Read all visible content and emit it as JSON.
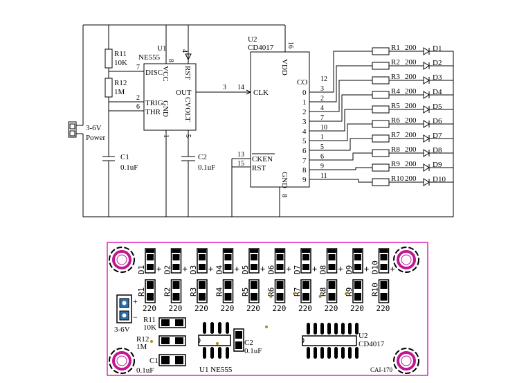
{
  "schematic": {
    "u1": {
      "ref": "U1",
      "part": "NE555",
      "pins": {
        "disc": "DISC",
        "trig": "TRIG",
        "thr": "THR",
        "vcc": "VCC",
        "rst": "RST",
        "gnd": "GND",
        "cvolt": "CVOLT",
        "out": "OUT"
      },
      "pin_numbers": {
        "p8": "8",
        "p4": "4",
        "p7": "7",
        "p2": "2",
        "p6": "6",
        "p1": "1",
        "p5": "5",
        "p3": "3"
      }
    },
    "u2": {
      "ref": "U2",
      "part": "CD4017",
      "pins": {
        "vdd": "VDD",
        "clk": "CLK",
        "cken": "CKEN",
        "rst": "RST",
        "gnd": "GND",
        "co": "CO"
      },
      "pin_numbers": {
        "p16": "16",
        "p14": "14",
        "p13": "13",
        "p15": "15",
        "p8": "8",
        "p12": "12"
      },
      "outputs": [
        {
          "q": "0",
          "pin": "3"
        },
        {
          "q": "1",
          "pin": "2"
        },
        {
          "q": "2",
          "pin": "4"
        },
        {
          "q": "3",
          "pin": "7"
        },
        {
          "q": "4",
          "pin": "10"
        },
        {
          "q": "5",
          "pin": "1"
        },
        {
          "q": "6",
          "pin": "5"
        },
        {
          "q": "7",
          "pin": "6"
        },
        {
          "q": "8",
          "pin": "9"
        },
        {
          "q": "9",
          "pin": "11"
        }
      ]
    },
    "r11": {
      "ref": "R11",
      "value": "10K"
    },
    "r12": {
      "ref": "R12",
      "value": "1M"
    },
    "c1": {
      "ref": "C1",
      "value": "0.1uF"
    },
    "c2": {
      "ref": "C2",
      "value": "0.1uF"
    },
    "power": {
      "voltage": "3-6V",
      "label": "Power"
    },
    "net_label_3": "3",
    "led_rows": [
      {
        "r": "R1",
        "rv": "200",
        "d": "D1"
      },
      {
        "r": "R2",
        "rv": "200",
        "d": "D2"
      },
      {
        "r": "R3",
        "rv": "200",
        "d": "D3"
      },
      {
        "r": "R4",
        "rv": "200",
        "d": "D4"
      },
      {
        "r": "R5",
        "rv": "200",
        "d": "D5"
      },
      {
        "r": "R6",
        "rv": "200",
        "d": "D6"
      },
      {
        "r": "R7",
        "rv": "200",
        "d": "D7"
      },
      {
        "r": "R8",
        "rv": "200",
        "d": "D8"
      },
      {
        "r": "R9",
        "rv": "200",
        "d": "D9"
      },
      {
        "r": "R10",
        "rv": "200",
        "d": "D10"
      }
    ]
  },
  "pcb": {
    "leds": [
      "D1",
      "D2",
      "D3",
      "D4",
      "D5",
      "D6",
      "D7",
      "D8",
      "D9",
      "D10"
    ],
    "resistors": [
      "R1",
      "R2",
      "R3",
      "R4",
      "R5",
      "R6",
      "R7",
      "R8",
      "R9",
      "R10"
    ],
    "res_value": "220",
    "plus": "+",
    "power_label": "3-6V",
    "plus_sym": "+",
    "minus_sym": "−",
    "r11_ref": "R11",
    "r11_val": "10K",
    "r12_ref": "R12",
    "r12_val": "1M",
    "c1_ref": "C1",
    "c1_val": "0.1uF",
    "c2_ref": "C2",
    "c2_val": "0.1uF",
    "u1_label": "U1 NE555",
    "u2_ref": "U2",
    "u2_part": "CD4017",
    "board_id": "CAI-170",
    "colors": {
      "outline": "#e020c0",
      "hole": "#c01890",
      "pad": "#ffffff",
      "silk": "#000000",
      "dot": "#b08a20"
    }
  }
}
